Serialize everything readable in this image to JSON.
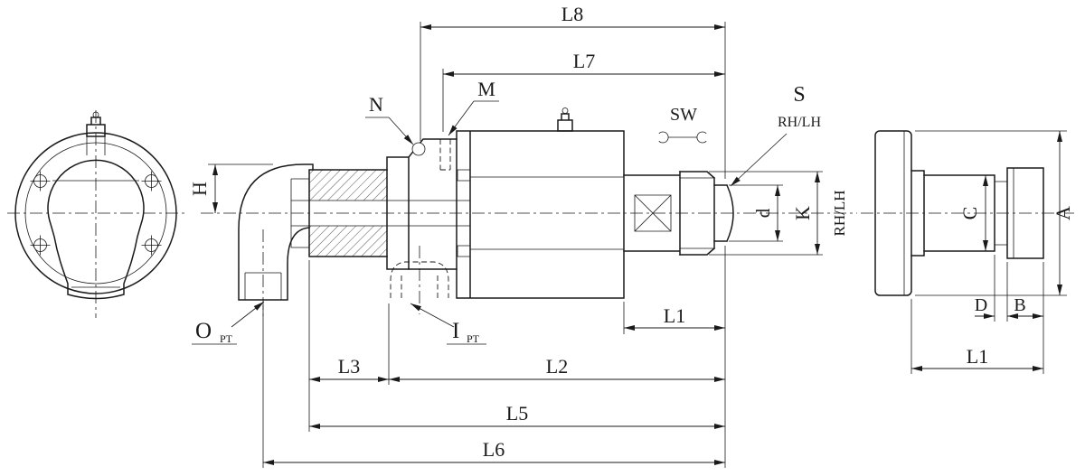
{
  "colors": {
    "line": "#1a1a1a",
    "background": "#ffffff"
  },
  "labels": {
    "l8": "L8",
    "l7": "L7",
    "m": "M",
    "n": "N",
    "sw": "SW",
    "s": "S",
    "rh_lh_top": "RH/LH",
    "h": "H",
    "d_small": "d",
    "k": "K",
    "rh_lh_side": "RH/LH",
    "o": "O",
    "o_sub": "PT",
    "i": "I",
    "i_sub": "PT",
    "l3": "L3",
    "l2": "L2",
    "l1_mid": "L1",
    "l5": "L5",
    "l6": "L6",
    "a": "A",
    "c": "C",
    "d_cap": "D",
    "b": "B",
    "l1_right": "L1"
  }
}
